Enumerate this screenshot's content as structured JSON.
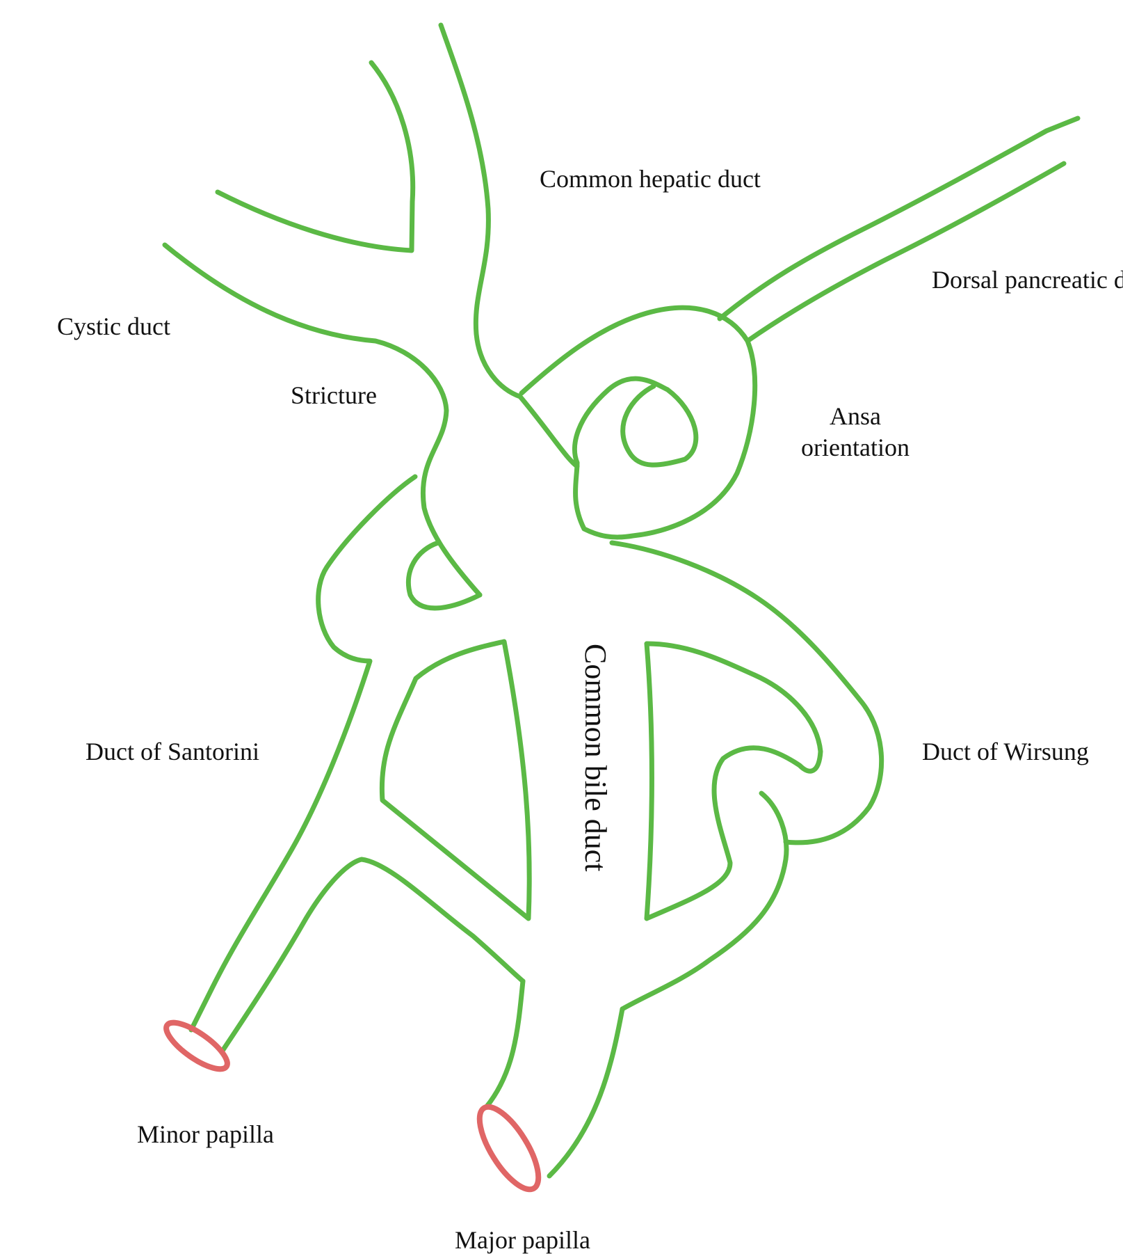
{
  "colors": {
    "duct": "#5bb945",
    "papilla": "#e06666",
    "text": "#111111",
    "background": "#ffffff"
  },
  "labels": {
    "common_hepatic_duct": "Common hepatic duct",
    "dorsal_pancreatic": "Dorsal pancreatic d",
    "cystic_duct": "Cystic duct",
    "stricture": "Stricture",
    "ansa_line1": "Ansa",
    "ansa_line2": "orientation",
    "common_bile_duct": "Common bile duct",
    "duct_of_santorini": "Duct of Santorini",
    "duct_of_wirsung": "Duct of Wirsung",
    "minor_papilla": "Minor papilla",
    "major_papilla": "Major papilla"
  }
}
